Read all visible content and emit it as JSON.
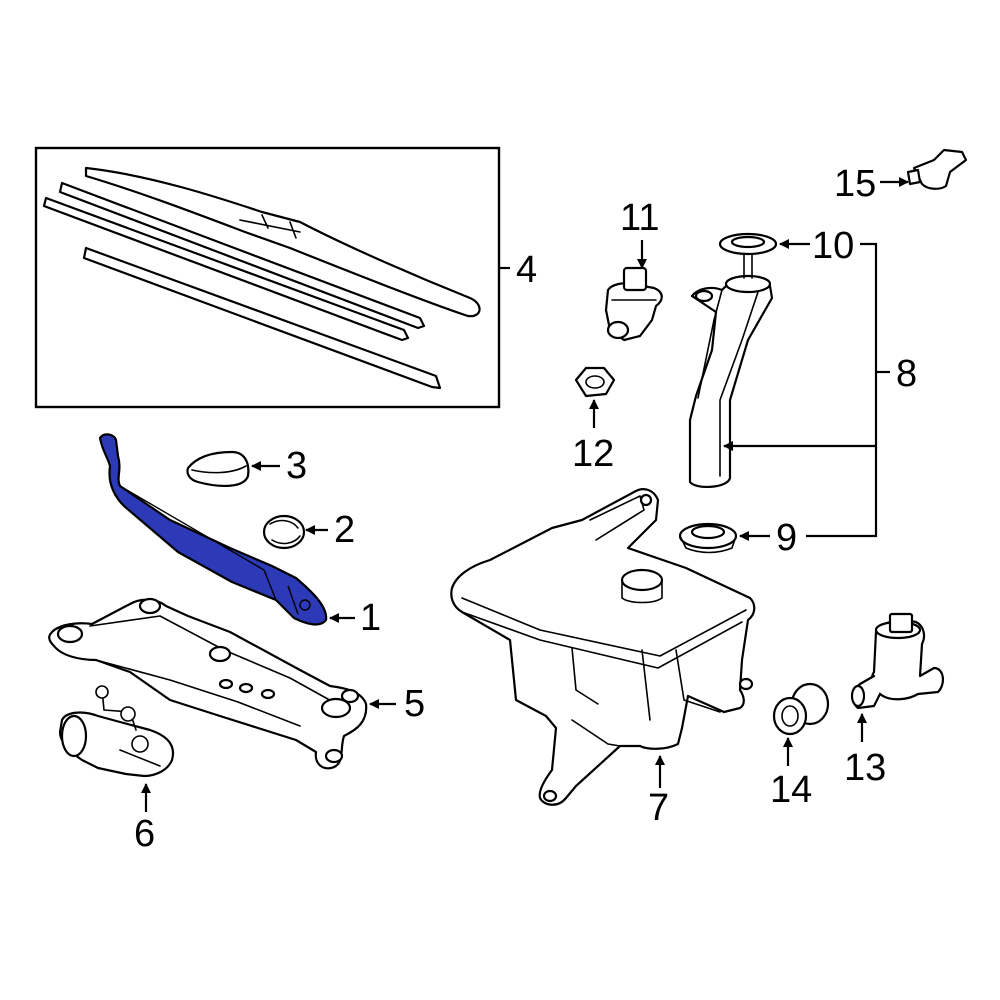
{
  "colors": {
    "highlight": "#2d3ab8",
    "line": "#000000",
    "background": "#ffffff"
  },
  "callouts": {
    "c1": "1",
    "c2": "2",
    "c3": "3",
    "c4": "4",
    "c5": "5",
    "c6": "6",
    "c7": "7",
    "c8": "8",
    "c9": "9",
    "c10": "10",
    "c11": "11",
    "c12": "12",
    "c13": "13",
    "c14": "14",
    "c15": "15"
  }
}
